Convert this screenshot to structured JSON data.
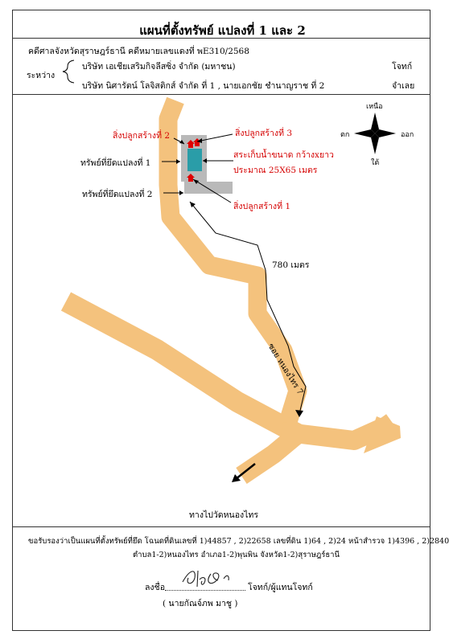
{
  "title": "แผนที่ตั้งทรัพย์ แปลงที่ 1 และ 2",
  "court_line": "คดีศาลจังหวัดสุราษฎร์ธานี คดีหมายเลขแดงที่  พE310/2568",
  "between_label": "ระหว่าง",
  "plaintiff": "บริษัท เอเชียเสริมกิจลีสซิ่ง จำกัด (มหาชน)",
  "plaintiff_role": "โจทก์",
  "defendant": "บริษัท นิศารัตน์ โลจิสติกส์ จำกัด ที่ 1 , นายเอกชัย ชำนาญราช ที่ 2",
  "defendant_role": "จำเลย",
  "compass": {
    "north": "เหนือ",
    "south": "ใต้",
    "east": "ออก",
    "west": "ตก"
  },
  "labels": {
    "structure2": "สิ่งปลูกสร้างที่ 2",
    "structure3": "สิ่งปลูกสร้างที่ 3",
    "structure1": "สิ่งปลูกสร้างที่ 1",
    "plot1": "ทรัพย์ที่ยึดแปลงที่ 1",
    "plot2": "ทรัพย์ที่ยึดแปลงที่ 2",
    "pond_line1": "สระเก็บน้ำขนาด กว้างxยาว",
    "pond_line2": "ประมาณ 25X65 เมตร",
    "distance": "780 เมตร",
    "road": "ซอย หนองไทร 7",
    "to_temple": "ทางไปวัดหนองไทร"
  },
  "certify_line1": "ขอรับรองว่าเป็นแผนที่ตั้งทรัพย์ที่ยึด โฉนดที่ดินเลขที่ 1)44857 , 2)22658 เลขที่ดิน 1)64  , 2)24 หน้าสำรวจ 1)4396 , 2)2840",
  "certify_line2": "ตำบล1-2)หนองไทร อำเภอ1-2)พุนพิน จังหวัด1-2)สุราษฎร์ธานี",
  "sign_label": "ลงชื่อ",
  "sign_role": "โจทก์/ผู้แทนโจทก์",
  "signer": "( นายกัณจ์ภพ มาชู )",
  "colors": {
    "road": "#f4c27d",
    "pond": "#2a9da8",
    "plot": "#b9b9b9",
    "marker": "#e00000"
  }
}
